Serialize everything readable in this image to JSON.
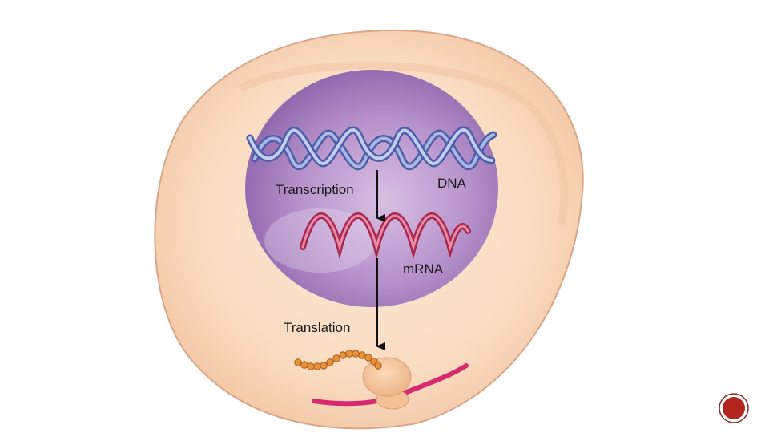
{
  "labels": {
    "transcription": "Transcription",
    "dna": "DNA",
    "mrna": "mRNA",
    "translation": "Translation"
  },
  "colors": {
    "cytoplasm": "#f8dcc0",
    "cell_border": "#d9a585",
    "nucleus": "#b58fca",
    "dna_strand": "#6f7fbe",
    "mrna_strand": "#c2416e",
    "protein_bead": "#e8923a",
    "ribosome": "#f6c79b",
    "membrane_mrna": "#d72a6e",
    "badge": "#b3261e"
  },
  "icons": {
    "slide_badge": "slide-number-badge-icon"
  }
}
